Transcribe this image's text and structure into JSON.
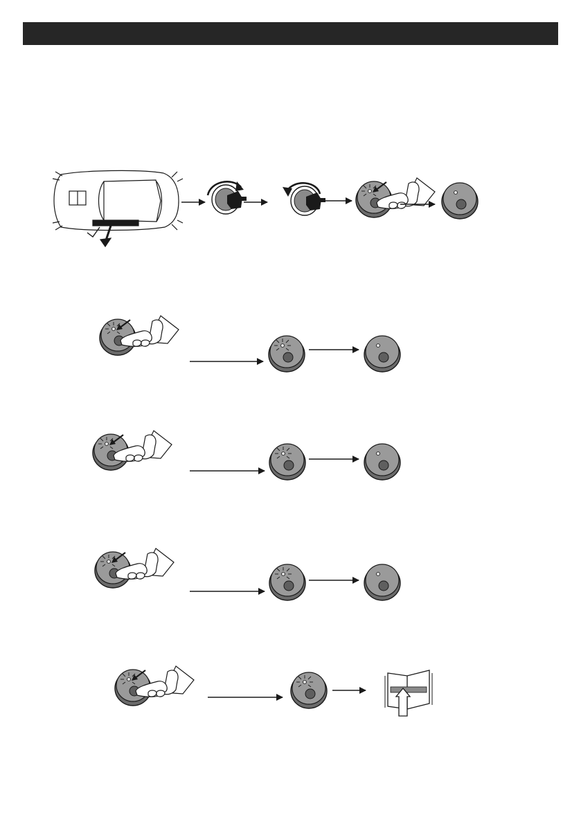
{
  "header": {
    "bar_color": "#262626"
  },
  "colors": {
    "ink": "#1a1a1a",
    "button_fill": "#8c8c8c",
    "button_dark": "#5a5a5a",
    "button_center": "#6e6e6e"
  },
  "steps": [
    {
      "name": "car-unlock-sequence",
      "icons": [
        "car-icon",
        "key-turn-right-icon",
        "key-turn-left-icon",
        "button-press-icon",
        "button-led-icon"
      ]
    },
    {
      "name": "press-sequence-1",
      "icons": [
        "button-press-icon",
        "button-led-icon",
        "button-led-icon"
      ]
    },
    {
      "name": "press-sequence-2",
      "icons": [
        "button-press-icon",
        "button-led-icon",
        "button-led-icon"
      ]
    },
    {
      "name": "press-sequence-3",
      "icons": [
        "button-press-icon",
        "button-led-icon",
        "button-led-icon"
      ]
    },
    {
      "name": "press-sequence-4",
      "icons": [
        "button-press-icon",
        "button-led-icon",
        "manual-book-icon"
      ]
    }
  ]
}
